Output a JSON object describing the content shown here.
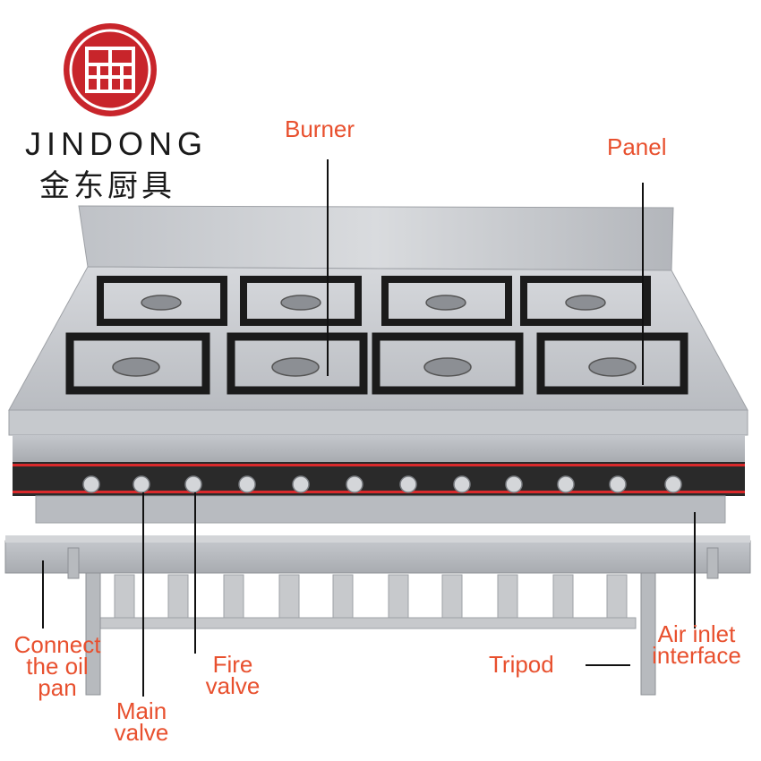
{
  "brand": {
    "name_en": "JINDONG",
    "name_cn": "金东厨具",
    "accent_color": "#c8252b"
  },
  "labels": {
    "burner": "Burner",
    "panel": "Panel",
    "connect_oil_pan": "Connect\nthe oil\npan",
    "main_valve": "Main\nvalve",
    "fire_valve": "Fire\nvalve",
    "tripod": "Tripod",
    "air_inlet": "Air inlet\ninterface"
  },
  "colors": {
    "label": "#e8502e",
    "steel": "#c9ccd0",
    "grate": "#1b1b1b",
    "control_strip": "#d9292b"
  }
}
